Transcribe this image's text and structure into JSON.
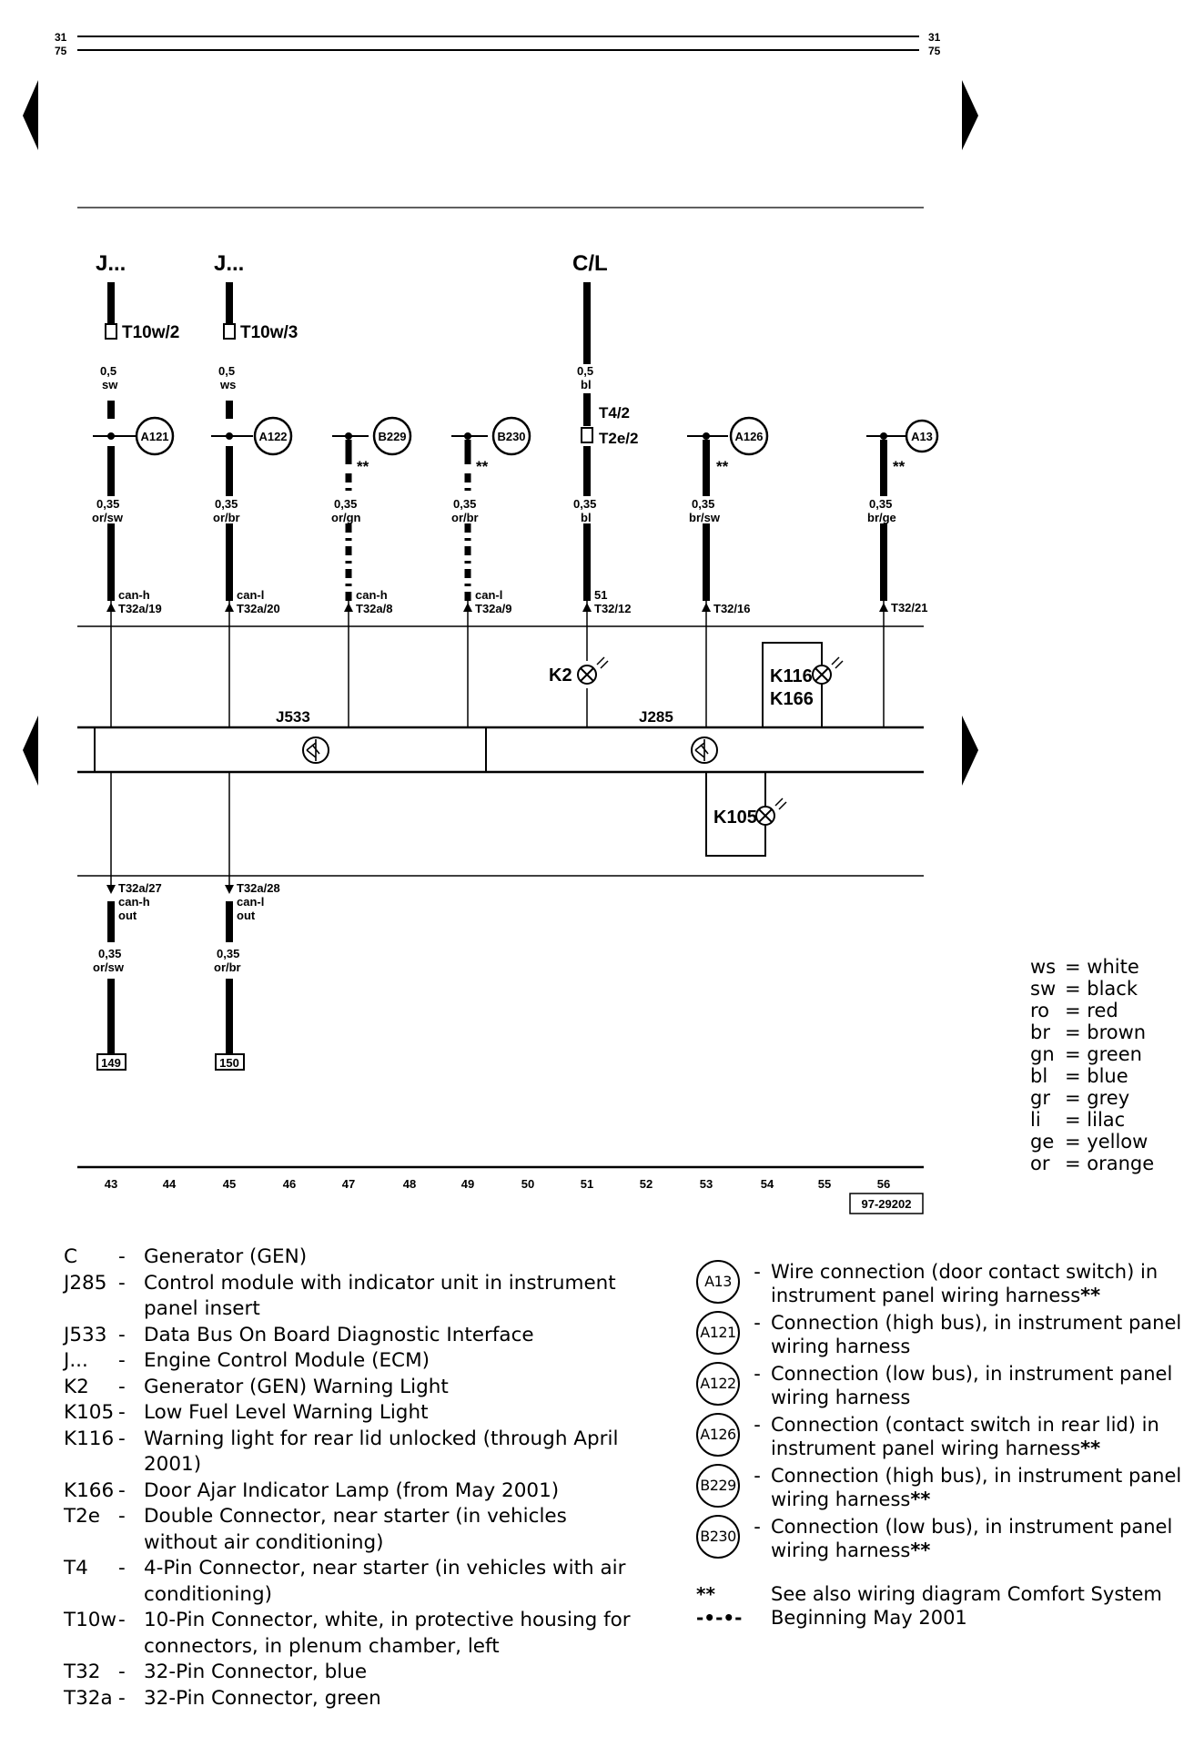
{
  "page": {
    "left_num_top": "31",
    "left_num_bottom": "75",
    "right_num_top": "31",
    "right_num_bottom": "75"
  },
  "components": {
    "j_a": "J...",
    "j_b": "J...",
    "c_l": "C/L",
    "j533": "J533",
    "j285": "J285",
    "k2": "K2",
    "k116": "K116",
    "k166": "K166",
    "k105": "K105"
  },
  "connectors": {
    "t10w2": "T10w/2",
    "t10w3": "T10w/3",
    "t4_2": "T4/2",
    "t2e_2": "T2e/2"
  },
  "wires_top": [
    {
      "size": "0,5",
      "color": "sw"
    },
    {
      "size": "0,5",
      "color": "ws"
    },
    {
      "size": "0,5",
      "color": "bl"
    }
  ],
  "wires_mid": [
    {
      "size": "0,35",
      "color": "or/sw",
      "sig": "can-h",
      "pin": "T32a/19"
    },
    {
      "size": "0,35",
      "color": "or/br",
      "sig": "can-l",
      "pin": "T32a/20"
    },
    {
      "size": "0,35",
      "color": "or/gn",
      "sig": "can-h",
      "pin": "T32a/8"
    },
    {
      "size": "0,35",
      "color": "or/br",
      "sig": "can-l",
      "pin": "T32a/9"
    },
    {
      "size": "0,35",
      "color": "bl",
      "sig": "51",
      "pin": "T32/12"
    },
    {
      "size": "0,35",
      "color": "br/sw",
      "sig": "",
      "pin": "T32/16"
    },
    {
      "size": "0,35",
      "color": "br/ge",
      "sig": "",
      "pin": "T32/21"
    }
  ],
  "wires_bottom": [
    {
      "size": "0,35",
      "color": "or/sw",
      "pin": "T32a/27",
      "sig": "can-h",
      "dir": "out",
      "ref": "149"
    },
    {
      "size": "0,35",
      "color": "or/br",
      "pin": "T32a/28",
      "sig": "can-l",
      "dir": "out",
      "ref": "150"
    }
  ],
  "splices": [
    "A121",
    "A122",
    "B229",
    "B230",
    "A126",
    "A13"
  ],
  "stars": "**",
  "scale": [
    "43",
    "44",
    "45",
    "46",
    "47",
    "48",
    "49",
    "50",
    "51",
    "52",
    "53",
    "54",
    "55",
    "56"
  ],
  "figure_code": "97-29202",
  "color_key": [
    {
      "code": "ws",
      "name": "= white"
    },
    {
      "code": "sw",
      "name": "= black"
    },
    {
      "code": "ro",
      "name": "= red"
    },
    {
      "code": "br",
      "name": "= brown"
    },
    {
      "code": "gn",
      "name": "= green"
    },
    {
      "code": "bl",
      "name": "= blue"
    },
    {
      "code": "gr",
      "name": "= grey"
    },
    {
      "code": "li",
      "name": "= lilac"
    },
    {
      "code": "ge",
      "name": "= yellow"
    },
    {
      "code": "or",
      "name": "= orange"
    }
  ],
  "legend_left": [
    {
      "key": "C",
      "text": "Generator (GEN)"
    },
    {
      "key": "J285",
      "text": "Control module with indicator unit in instrument panel insert"
    },
    {
      "key": "J533",
      "text": "Data Bus On Board Diagnostic Interface"
    },
    {
      "key": "J...",
      "text": "Engine Control Module (ECM)"
    },
    {
      "key": "K2",
      "text": "Generator (GEN) Warning Light"
    },
    {
      "key": "K105",
      "text": "Low Fuel Level Warning Light"
    },
    {
      "key": "K116",
      "text": "Warning light for rear lid unlocked (through April 2001)"
    },
    {
      "key": "K166",
      "text": "Door Ajar Indicator Lamp (from May 2001)"
    },
    {
      "key": "T2e",
      "text": "Double Connector, near starter (in vehicles without air conditioning)"
    },
    {
      "key": "T4",
      "text": "4-Pin Connector, near starter (in vehicles with air conditioning)"
    },
    {
      "key": "T10w",
      "text": "10-Pin Connector, white, in protective housing for connectors, in plenum chamber, left"
    },
    {
      "key": "T32",
      "text": "32-Pin Connector, blue"
    },
    {
      "key": "T32a",
      "text": "32-Pin Connector, green"
    }
  ],
  "legend_right": [
    {
      "sym": "A13",
      "text": "Wire connection (door contact switch) in instrument panel wiring harness",
      "stars": "**"
    },
    {
      "sym": "A121",
      "text": "Connection (high bus), in instrument panel wiring harness",
      "stars": ""
    },
    {
      "sym": "A122",
      "text": "Connection (low bus), in instrument panel wiring harness",
      "stars": ""
    },
    {
      "sym": "A126",
      "text": "Connection (contact switch in rear lid) in instrument panel wiring harness",
      "stars": "**"
    },
    {
      "sym": "B229",
      "text": "Connection (high bus), in instrument panel wiring harness",
      "stars": "**"
    },
    {
      "sym": "B230",
      "text": "Connection (low bus), in instrument panel wiring harness",
      "stars": "**"
    }
  ],
  "legend_notes": [
    {
      "sym": "**",
      "text": "See also wiring diagram Comfort System"
    },
    {
      "sym": "-•-•-",
      "text": "Beginning May 2001"
    }
  ],
  "dash": "-"
}
